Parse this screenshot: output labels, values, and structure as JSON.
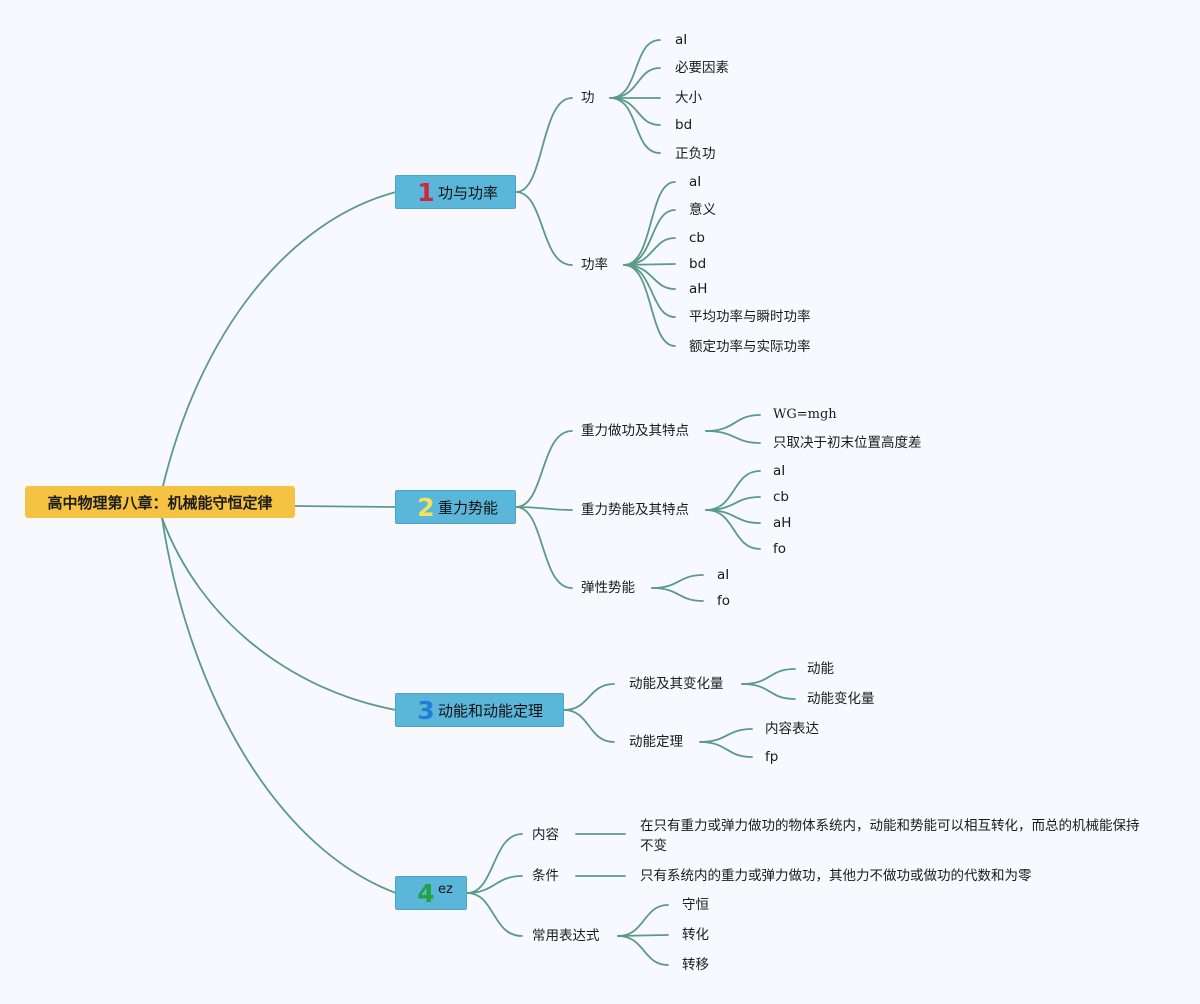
{
  "root": {
    "label": "高中物理第八章：机械能守恒定律"
  },
  "colors": {
    "line": "#5a9a88",
    "root_bg": "#f5c242",
    "topic_bg": "#5ab7da"
  },
  "topics": [
    {
      "num": "1",
      "num_color": "#d0283b",
      "label": "功与功率"
    },
    {
      "num": "2",
      "num_color": "#f2e35a",
      "label": "重力势能"
    },
    {
      "num": "3",
      "num_color": "#1e7fd6",
      "label": "动能和动能定理"
    },
    {
      "num": "4",
      "num_color": "#21a341",
      "label": "ez"
    }
  ],
  "nodes": {
    "t1": {
      "gong": {
        "label": "功",
        "children": [
          "aI",
          "必要因素",
          "大小",
          "bd",
          "正负功"
        ]
      },
      "gonglv": {
        "label": "功率",
        "children": [
          "aI",
          "意义",
          "cb",
          "bd",
          "aH",
          "平均功率与瞬时功率",
          "额定功率与实际功率"
        ]
      }
    },
    "t2": {
      "zhongli_zuogong": {
        "label": "重力做功及其特点",
        "children": [
          "WG=mgh",
          "只取决于初末位置高度差"
        ]
      },
      "zhongli_shineng": {
        "label": "重力势能及其特点",
        "children": [
          "aI",
          "cb",
          "aH",
          "fo"
        ]
      },
      "tanxing": {
        "label": "弹性势能",
        "children": [
          "aI",
          "fo"
        ]
      }
    },
    "t3": {
      "dongneng": {
        "label": "动能及其变化量",
        "children": [
          "动能",
          "动能变化量"
        ]
      },
      "dingli": {
        "label": "动能定理",
        "children": [
          "内容表达",
          "fp"
        ]
      }
    },
    "t4": {
      "neirong": {
        "label": "内容",
        "text": "在只有重力或弹力做功的物体系统内，动能和势能可以相互转化，而总的机械能保持不变"
      },
      "tiaojian": {
        "label": "条件",
        "text": "只有系统内的重力或弹力做功，其他力不做功或做功的代数和为零"
      },
      "biaodashi": {
        "label": "常用表达式",
        "children": [
          "守恒",
          "转化",
          "转移"
        ]
      }
    }
  }
}
